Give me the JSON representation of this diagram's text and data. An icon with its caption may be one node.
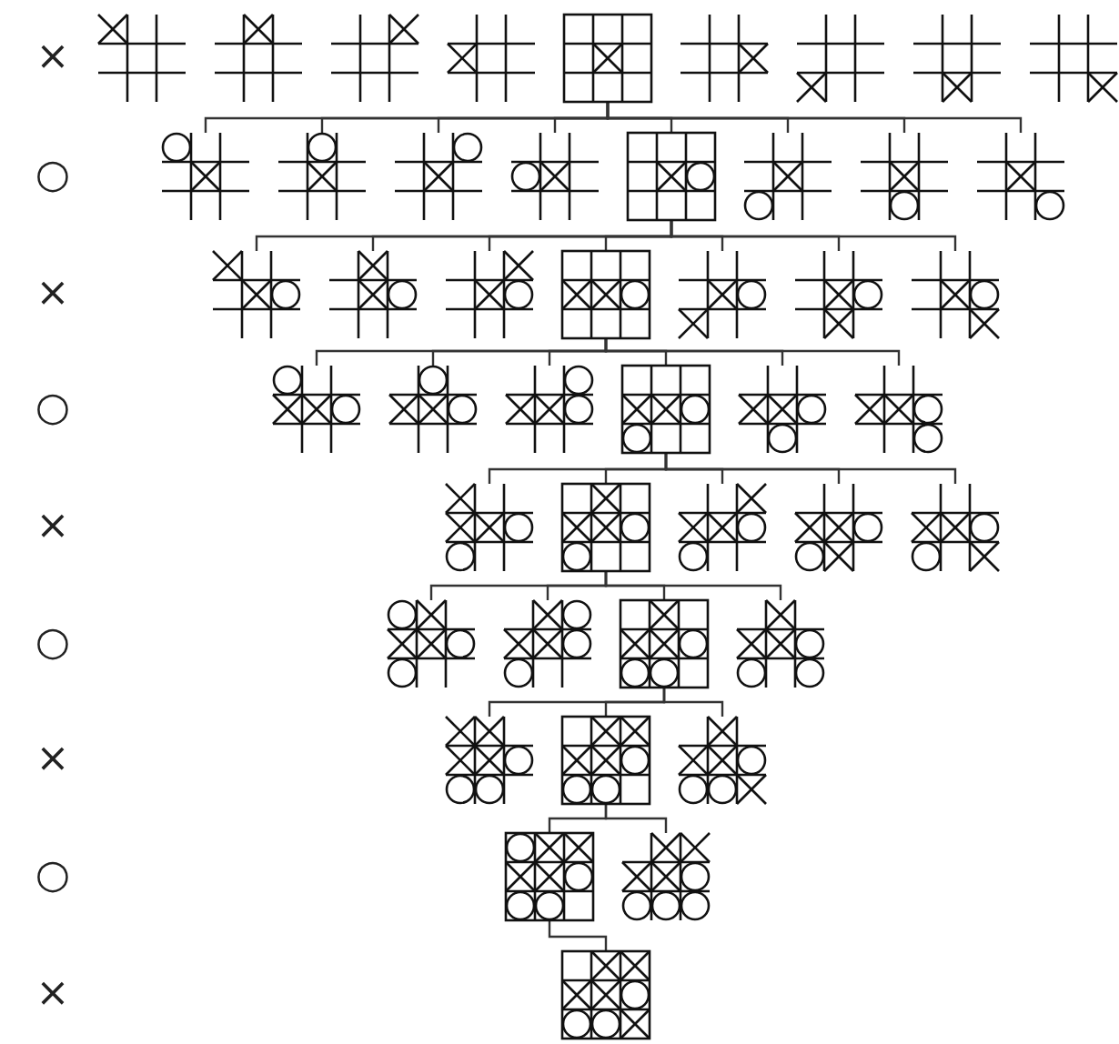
{
  "diagram": {
    "nodes": [
      {
        "text": [],
        "shape": "picture"
      },
      {
        "text": [],
        "shape": "picture"
      },
      {
        "text": [],
        "shape": "picture"
      },
      {
        "text": [],
        "shape": "picture"
      },
      {
        "text": [],
        "shape": "picture"
      },
      {
        "text": [],
        "shape": "picture"
      },
      {
        "text": [],
        "shape": "picture"
      },
      {
        "text": [],
        "shape": "picture"
      },
      {
        "text": [],
        "shape": "picture"
      },
      {
        "text": [],
        "shape": "picture"
      },
      {
        "text": [],
        "shape": "picture"
      },
      {
        "text": [],
        "shape": "picture"
      },
      {
        "text": [],
        "shape": "picture"
      },
      {
        "text": [],
        "shape": "picture"
      },
      {
        "text": [],
        "shape": "picture"
      },
      {
        "text": [],
        "shape": "picture"
      },
      {
        "text": [],
        "shape": "picture"
      },
      {
        "text": [],
        "shape": "picture"
      },
      {
        "text": [],
        "shape": "picture"
      },
      {
        "text": [],
        "shape": "picture"
      },
      {
        "text": [],
        "shape": "picture"
      },
      {
        "text": [],
        "shape": "picture"
      },
      {
        "text": [],
        "shape": "picture"
      },
      {
        "text": [],
        "shape": "picture"
      },
      {
        "text": [],
        "shape": "picture"
      },
      {
        "text": [],
        "shape": "picture"
      },
      {
        "text": [],
        "shape": "picture"
      },
      {
        "text": [],
        "shape": "picture"
      },
      {
        "text": [],
        "shape": "picture"
      },
      {
        "text": [],
        "shape": "picture"
      },
      {
        "text": [],
        "shape": "picture"
      },
      {
        "text": [],
        "shape": "picture"
      },
      {
        "text": [],
        "shape": "picture"
      },
      {
        "text": [],
        "shape": "picture"
      },
      {
        "text": [],
        "shape": "picture"
      },
      {
        "text": [],
        "shape": "picture"
      },
      {
        "text": [],
        "shape": "picture"
      },
      {
        "text": [],
        "shape": "picture"
      },
      {
        "text": [],
        "shape": "picture"
      },
      {
        "text": [],
        "shape": "picture"
      },
      {
        "text": [],
        "shape": "picture"
      },
      {
        "text": [],
        "shape": "picture"
      },
      {
        "text": [],
        "shape": "picture"
      },
      {
        "text": [],
        "shape": "picture"
      },
      {
        "text": [],
        "shape": "picture"
      }
    ],
    "edges": [
      {
        "from": 4,
        "to": 9,
        "arrow": "none"
      },
      {
        "from": 4,
        "to": 10,
        "arrow": "none"
      },
      {
        "from": 4,
        "to": 11,
        "arrow": "none"
      },
      {
        "from": 4,
        "to": 12,
        "arrow": "none"
      },
      {
        "from": 4,
        "to": 13,
        "arrow": "none"
      },
      {
        "from": 4,
        "to": 14,
        "arrow": "none"
      },
      {
        "from": 4,
        "to": 15,
        "arrow": "none"
      },
      {
        "from": 4,
        "to": 16,
        "arrow": "none"
      },
      {
        "from": 13,
        "to": 17,
        "arrow": "none"
      },
      {
        "from": 13,
        "to": 18,
        "arrow": "none"
      },
      {
        "from": 13,
        "to": 19,
        "arrow": "none"
      },
      {
        "from": 13,
        "to": 20,
        "arrow": "none"
      },
      {
        "from": 13,
        "to": 21,
        "arrow": "none"
      },
      {
        "from": 13,
        "to": 22,
        "arrow": "none"
      },
      {
        "from": 13,
        "to": 23,
        "arrow": "none"
      },
      {
        "from": 20,
        "to": 24,
        "arrow": "none"
      },
      {
        "from": 20,
        "to": 25,
        "arrow": "none"
      },
      {
        "from": 20,
        "to": 26,
        "arrow": "none"
      },
      {
        "from": 20,
        "to": 27,
        "arrow": "none"
      },
      {
        "from": 20,
        "to": 28,
        "arrow": "none"
      },
      {
        "from": 20,
        "to": 29,
        "arrow": "none"
      },
      {
        "from": 27,
        "to": 30,
        "arrow": "none"
      },
      {
        "from": 27,
        "to": 31,
        "arrow": "none"
      },
      {
        "from": 27,
        "to": 32,
        "arrow": "none"
      },
      {
        "from": 27,
        "to": 33,
        "arrow": "none"
      },
      {
        "from": 27,
        "to": 34,
        "arrow": "none"
      },
      {
        "from": 31,
        "to": 35,
        "arrow": "none"
      },
      {
        "from": 31,
        "to": 36,
        "arrow": "none"
      },
      {
        "from": 31,
        "to": 37,
        "arrow": "none"
      },
      {
        "from": 31,
        "to": 38,
        "arrow": "none"
      },
      {
        "from": 37,
        "to": 39,
        "arrow": "none"
      },
      {
        "from": 37,
        "to": 40,
        "arrow": "none"
      },
      {
        "from": 37,
        "to": 41,
        "arrow": "none"
      },
      {
        "from": 40,
        "to": 42,
        "arrow": "none"
      },
      {
        "from": 40,
        "to": 43,
        "arrow": "none"
      },
      {
        "from": 42,
        "to": 44,
        "arrow": "none"
      }
    ],
    "labels": [
      "×",
      "○",
      "×",
      "○",
      "×",
      "○",
      "×",
      "○",
      "×"
    ]
  }
}
